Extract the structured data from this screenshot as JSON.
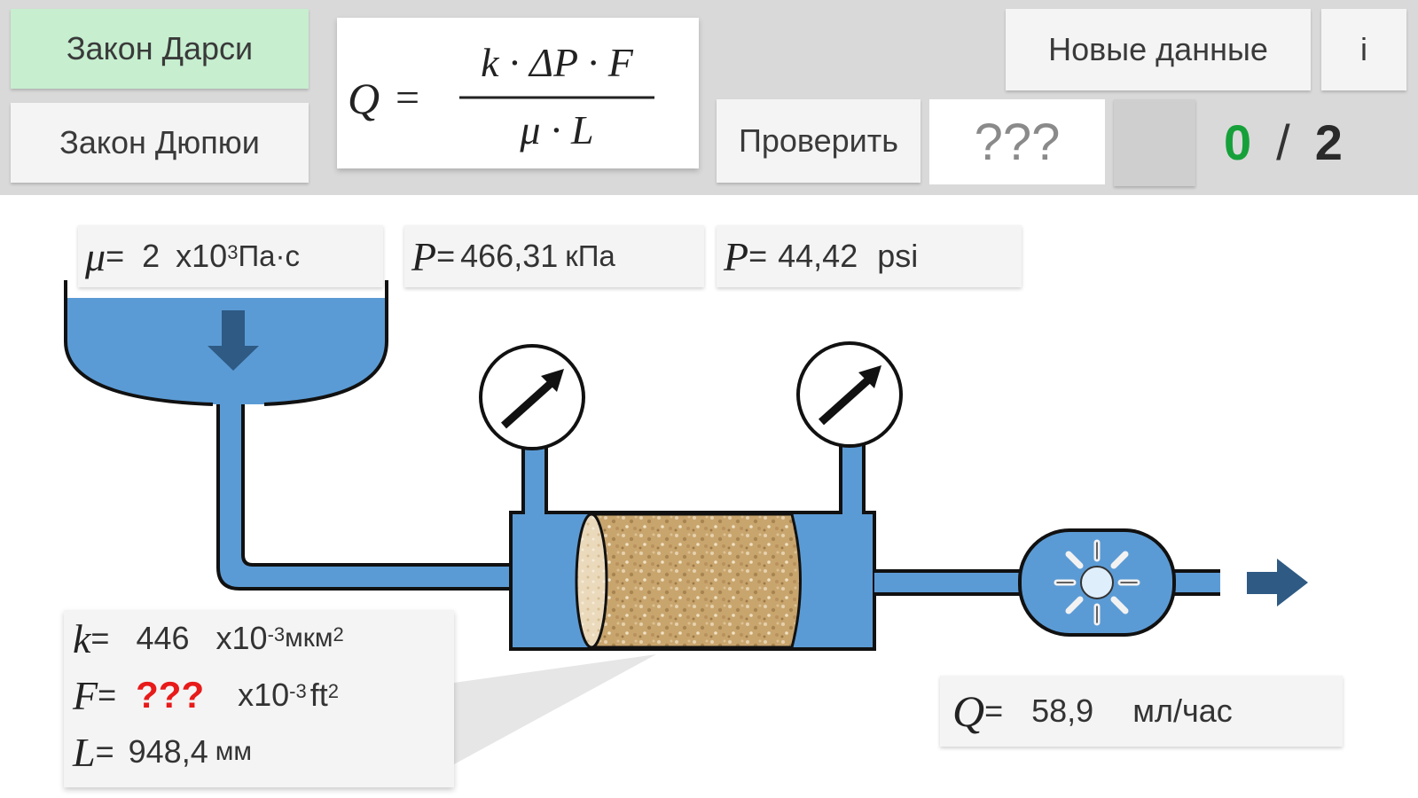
{
  "header": {
    "law_buttons": [
      {
        "label": "Закон Дарси",
        "active": true
      },
      {
        "label": "Закон Дюпюи",
        "active": false
      }
    ],
    "formula": {
      "lhs": "Q",
      "equals": "=",
      "numerator": "k · ΔP · F",
      "denominator": "μ · L"
    },
    "new_data_label": "Новые данные",
    "info_label": "i",
    "check_label": "Проверить",
    "answer_value": "???",
    "score": {
      "correct": "0",
      "separator": "/",
      "total": "2"
    }
  },
  "params": {
    "viscosity": {
      "symbol": "μ",
      "eq": "=",
      "value": "2",
      "multiplier": "x10",
      "exponent": "3",
      "unit": "Па·с"
    },
    "pressure_kpa": {
      "symbol": "P",
      "eq": "=",
      "value": "466,31",
      "unit": "кПа"
    },
    "pressure_psi": {
      "symbol": "P",
      "eq": "=",
      "value": "44,42",
      "unit": "psi"
    },
    "permeability": {
      "symbol": "k",
      "eq": "=",
      "value": "446",
      "multiplier": "x10",
      "exponent": "-3",
      "unit": "мкм",
      "unit_power": "2"
    },
    "area": {
      "symbol": "F",
      "eq": "=",
      "value": "???",
      "multiplier": "x10",
      "exponent": "-3",
      "unit": "ft",
      "unit_power": "2"
    },
    "length": {
      "symbol": "L",
      "eq": "=",
      "value": "948,4",
      "unit": "мм"
    },
    "flow": {
      "symbol": "Q",
      "eq": "=",
      "value": "58,9",
      "unit": "мл/час"
    }
  },
  "colors": {
    "water": "#5b9bd5",
    "arrow": "#2e5a84",
    "active_button": "#c6eecf",
    "correct": "#16a03a",
    "unknown": "#e81a1a",
    "header_bg": "#d9d9d9"
  }
}
